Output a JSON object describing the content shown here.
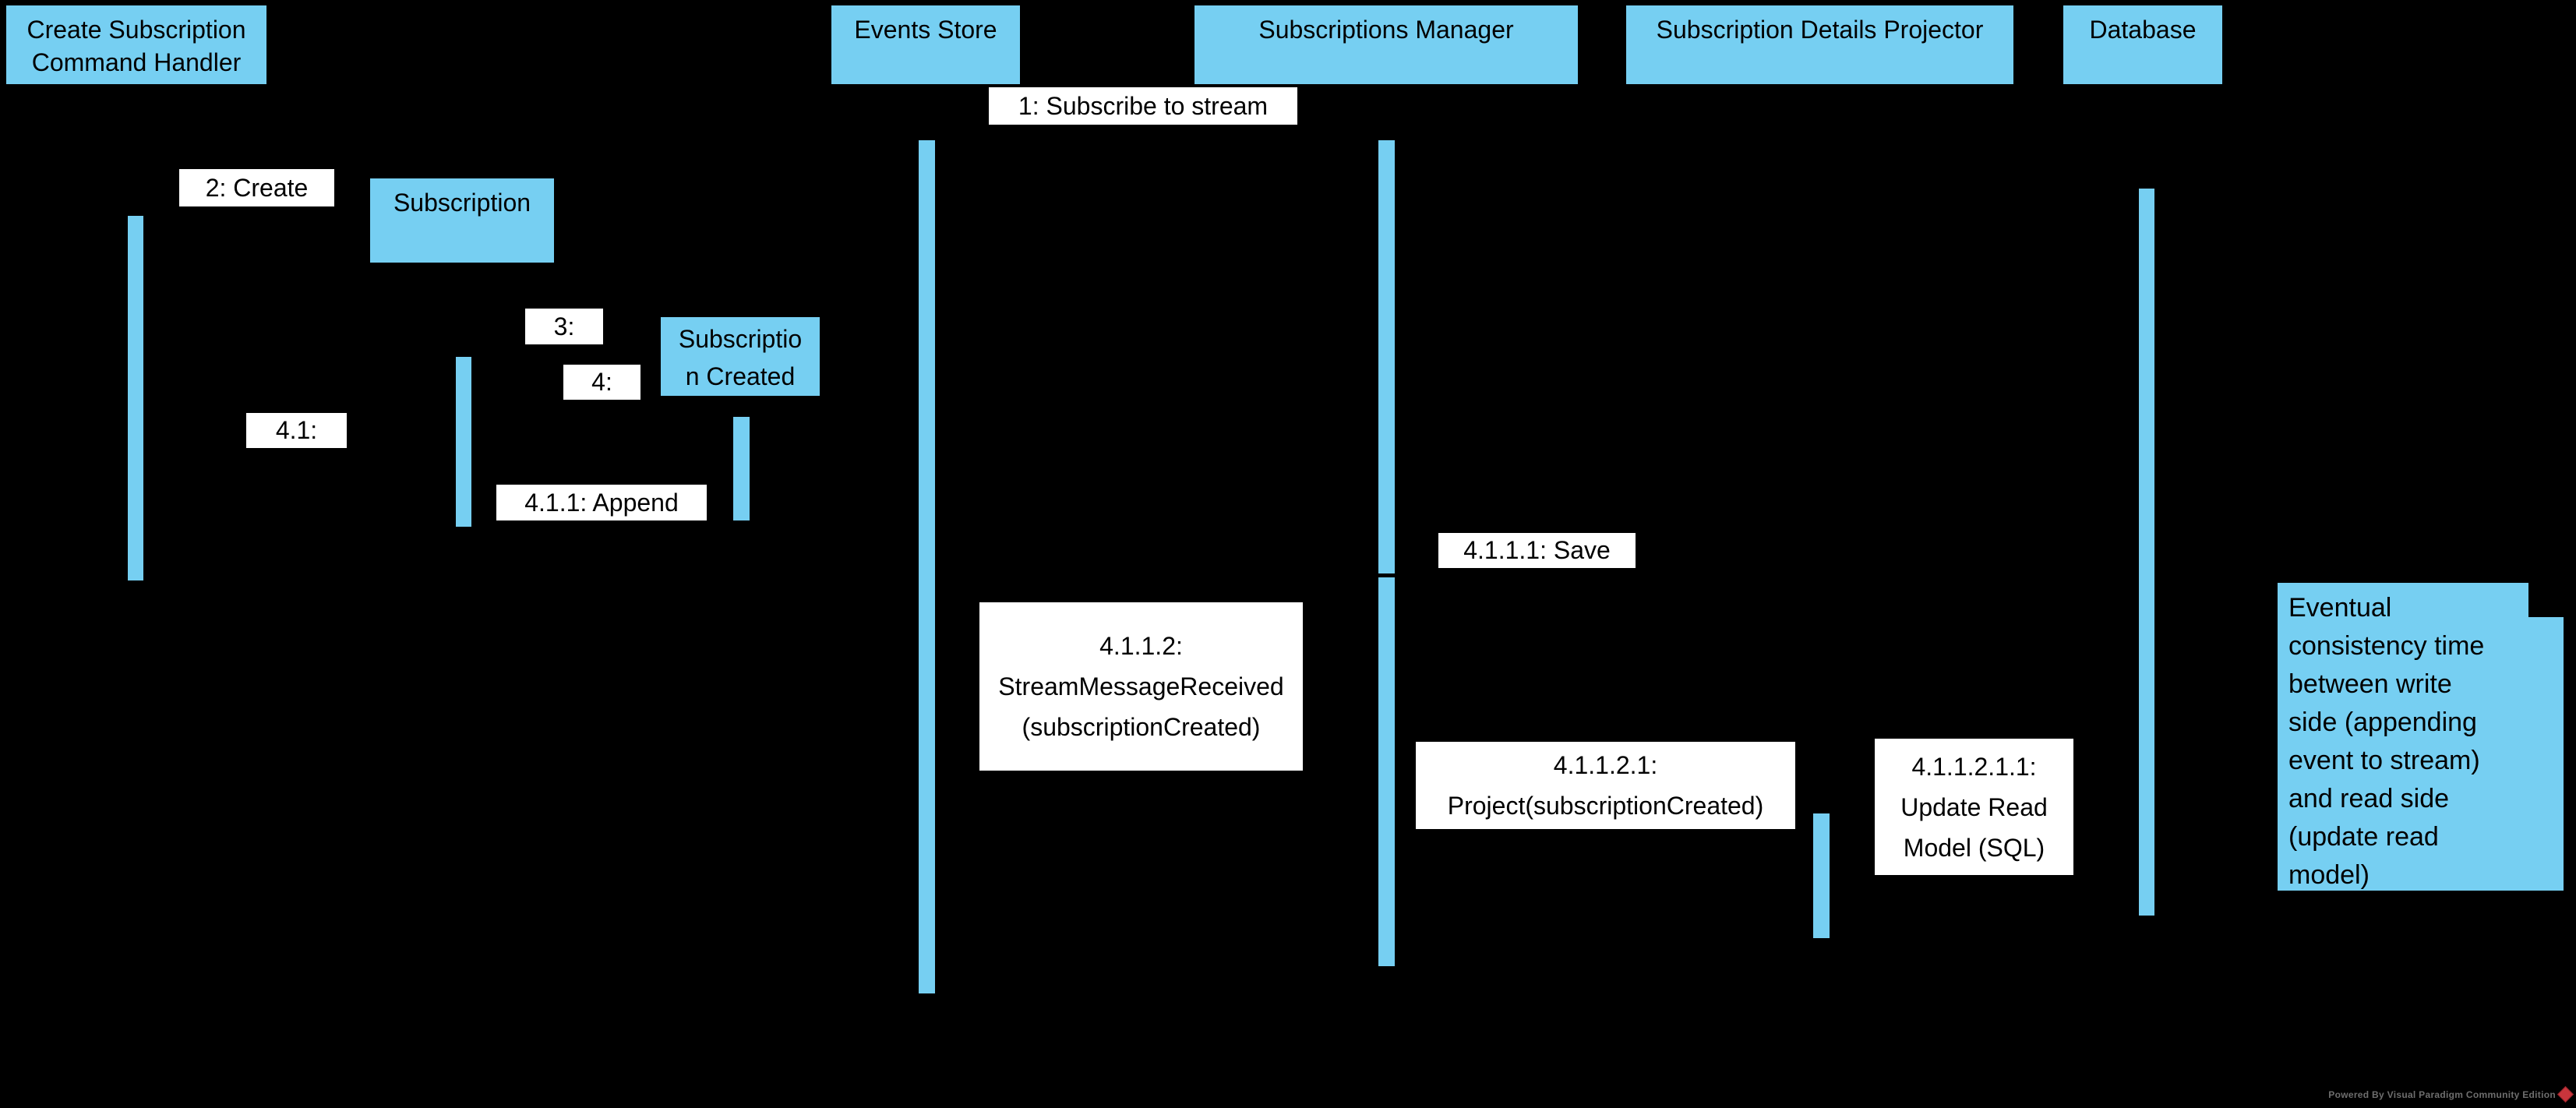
{
  "colors": {
    "background": "#000000",
    "box_blue": "#76CFF2",
    "label_background": "#FFFFFF",
    "text": "#000000",
    "watermark_text": "#6E6E6E",
    "logo_red": "#C9353C"
  },
  "lifelines": {
    "csch_line1": "Create Subscription",
    "csch_line2": "Command Handler",
    "events_store": "Events Store",
    "subscriptions_manager": "Subscriptions Manager",
    "subscription_details_projector": "Subscription Details Projector",
    "database": "Database"
  },
  "objects": {
    "subscription": "Subscription",
    "subscription_created_line1": "Subscriptio",
    "subscription_created_line2": "n Created"
  },
  "messages": {
    "m1": "1: Subscribe to stream",
    "m2": "2: Create",
    "m3": "3:",
    "m4": "4:",
    "m4_1": "4.1:",
    "m4_1_1": "4.1.1: Append",
    "m4_1_1_1": "4.1.1.1: Save",
    "m4_1_1_2_line1": "4.1.1.2:",
    "m4_1_1_2_line2": "StreamMessageReceived",
    "m4_1_1_2_line3": "(subscriptionCreated)",
    "m4_1_1_2_1_line1": "4.1.1.2.1:",
    "m4_1_1_2_1_line2": "Project(subscriptionCreated)",
    "m4_1_1_2_1_1_line1": "4.1.1.2.1.1:",
    "m4_1_1_2_1_1_line2": "Update Read",
    "m4_1_1_2_1_1_line3": "Model (SQL)"
  },
  "note": {
    "lines": [
      "Eventual",
      "consistency time",
      "between write",
      "side (appending",
      "event to stream)",
      "and read side",
      "(update read",
      "model)"
    ]
  },
  "watermark": {
    "text": "Powered By Visual Paradigm Community Edition"
  }
}
